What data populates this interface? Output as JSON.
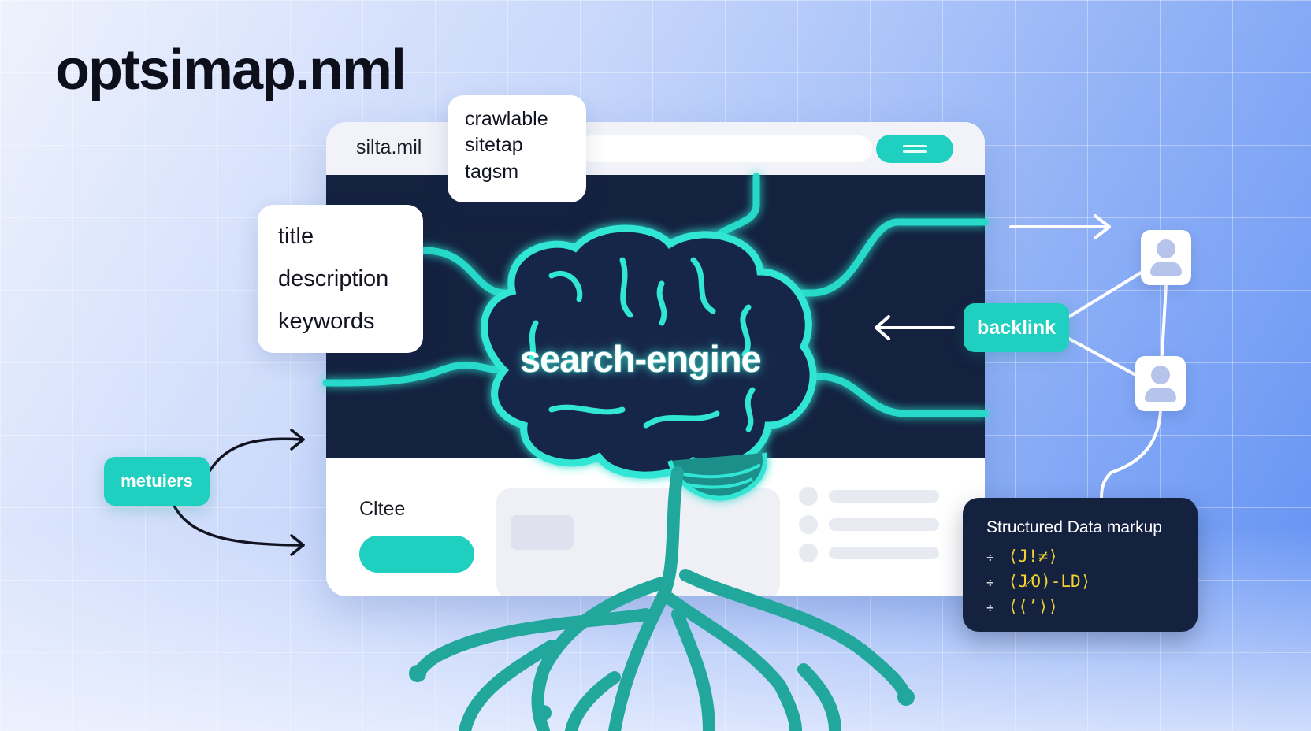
{
  "page": {
    "title": "optsimap.nml"
  },
  "browser": {
    "tab_label": "silta.mil",
    "lower_label": "Cltee"
  },
  "meta_card": {
    "lines": [
      "title",
      "description",
      "keywords"
    ]
  },
  "crawl_card": {
    "lines": [
      "crawlable",
      "sitetap",
      "tagsm"
    ]
  },
  "brain": {
    "label": "search-engine"
  },
  "backlink": {
    "label": "backlink"
  },
  "metrics": {
    "label": "metuiers"
  },
  "structured_data": {
    "title": "Structured Data markup",
    "bullets": [
      "÷",
      "÷",
      "÷"
    ],
    "lines": [
      "⟨J!≠⟩",
      "⟨J⁄O)-LD⟩",
      "⟨⟨’⟩⟩"
    ]
  },
  "colors": {
    "accent": "#1fcfbf",
    "dark_panel": "#14213f",
    "code_yellow": "#f4d430",
    "background_start": "#eef2fc",
    "background_end": "#5f8ff3"
  },
  "icons": [
    "menu-icon",
    "brain-icon",
    "user-icon",
    "arrow-right-icon",
    "arrow-left-icon",
    "tree-roots-icon"
  ]
}
